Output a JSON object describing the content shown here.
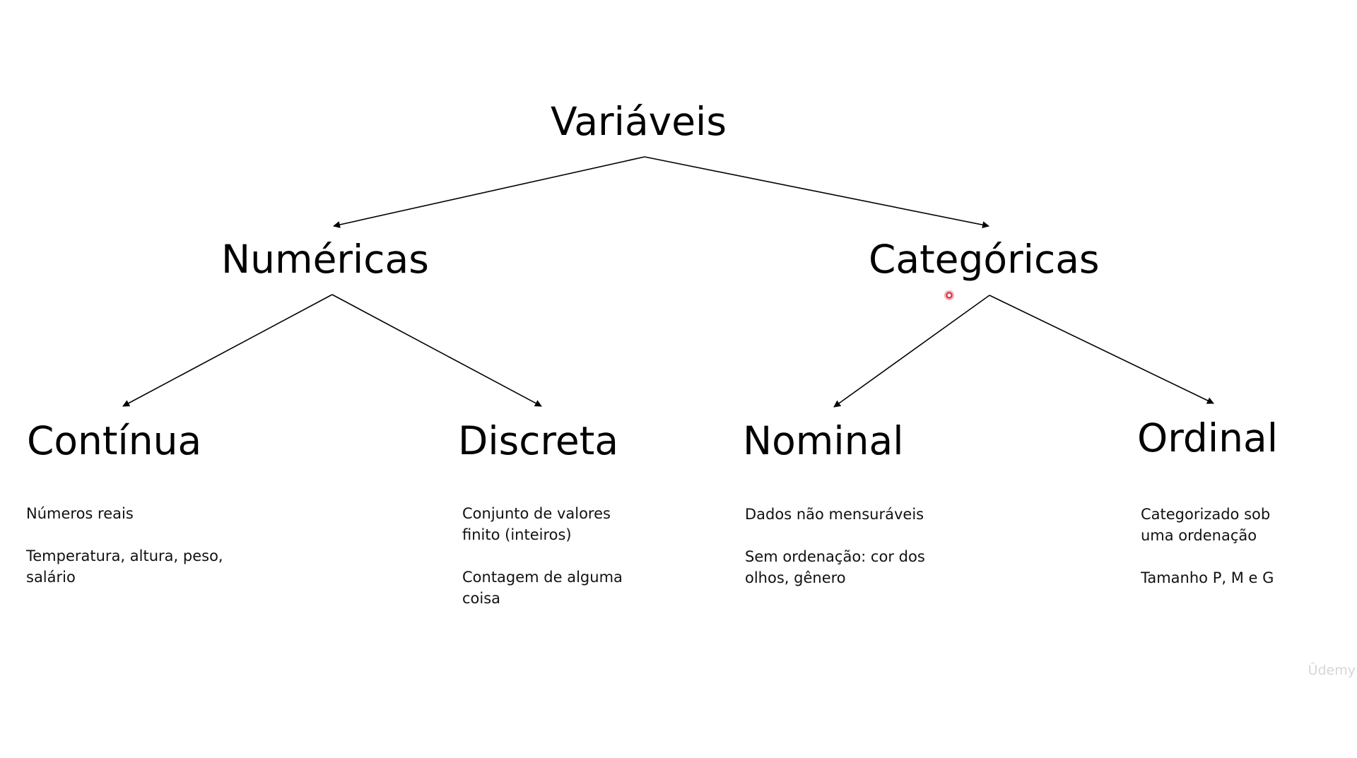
{
  "diagram": {
    "root": {
      "label": "Variáveis"
    },
    "branches": [
      {
        "label": "Numéricas",
        "children": [
          {
            "label": "Contínua",
            "descriptions": [
              "Números reais",
              "Temperatura, altura, peso, salário"
            ]
          },
          {
            "label": "Discreta",
            "descriptions": [
              "Conjunto de valores finito (inteiros)",
              "Contagem de alguma coisa"
            ]
          }
        ]
      },
      {
        "label": "Categóricas",
        "children": [
          {
            "label": "Nominal",
            "descriptions": [
              "Dados não mensuráveis",
              "Sem ordenação: cor dos olhos, gênero"
            ]
          },
          {
            "label": "Ordinal",
            "descriptions": [
              "Categorizado sob uma ordenação",
              "Tamanho P, M e G"
            ]
          }
        ]
      }
    ]
  },
  "watermark": "Ûdemy",
  "colors": {
    "background": "#ffffff",
    "text": "#000000",
    "line": "#000000",
    "cursor": "#d9233a",
    "watermark": "#d6d6d6"
  }
}
